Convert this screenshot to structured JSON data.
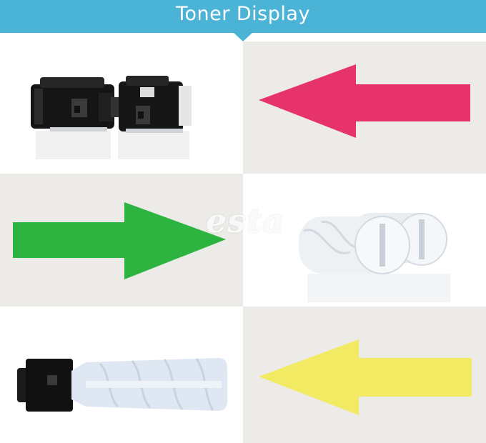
{
  "header": {
    "title": "Toner Display"
  },
  "watermark": {
    "text": "esta"
  },
  "colors": {
    "header": "#4ab3d6",
    "arrow_magenta": "#e6336e",
    "arrow_green": "#2db33f",
    "arrow_yellow": "#f2ea62",
    "panel_grey": "#ecebe8"
  },
  "panels": [
    {
      "content": "black toner cartridges (pair)",
      "icon": "cartridge-pair-black"
    },
    {
      "content": "arrow pointing left",
      "icon": "arrow-left-icon",
      "color": "magenta"
    },
    {
      "content": "arrow pointing right",
      "icon": "arrow-right-icon",
      "color": "green"
    },
    {
      "content": "white toner bottles (pair)",
      "icon": "toner-bottle-pair-white"
    },
    {
      "content": "toner bottle with black cap",
      "icon": "toner-bottle"
    },
    {
      "content": "arrow pointing left",
      "icon": "arrow-left-icon",
      "color": "yellow"
    }
  ]
}
